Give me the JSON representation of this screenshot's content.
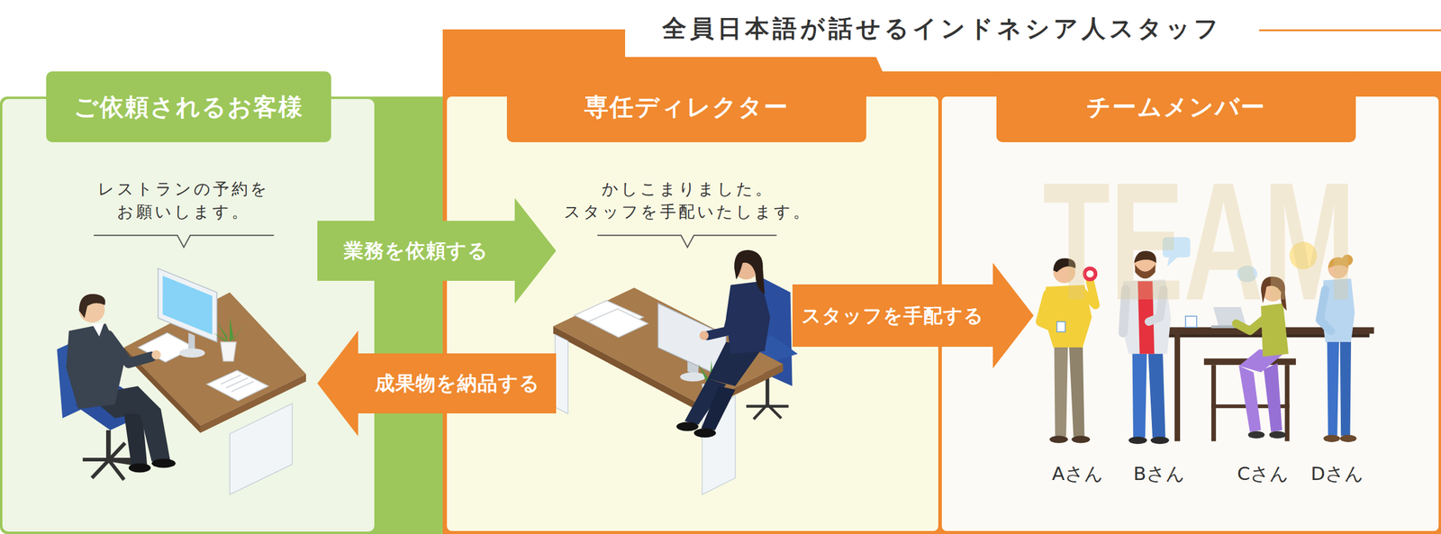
{
  "diagram": {
    "nodes": [
      {
        "text": [
          "ご依頼されるお客様",
          "レストランの予約を お願いします。"
        ]
      },
      {
        "text": [
          "全員日本語が話せるインドネシア人スタッフ"
        ]
      },
      {
        "text": [
          "専任ディレクター",
          "かしこまりました。 スタッフを手配いたします。"
        ],
        "in": 1
      },
      {
        "text": [
          "チームメンバー"
        ],
        "in": 1
      }
    ],
    "edges": [
      {
        "from": 0,
        "to": 2,
        "label": "業務を依頼する",
        "arrow": "to"
      },
      {
        "from": 2,
        "to": 0,
        "label": "成果物を納品する",
        "arrow": "to"
      },
      {
        "from": 2,
        "to": 3,
        "label": "スタッフを手配する",
        "arrow": "to"
      }
    ],
    "labels": [
      "TEAM",
      "Aさん",
      "Bさん",
      "Cさん",
      "Dさん"
    ]
  }
}
